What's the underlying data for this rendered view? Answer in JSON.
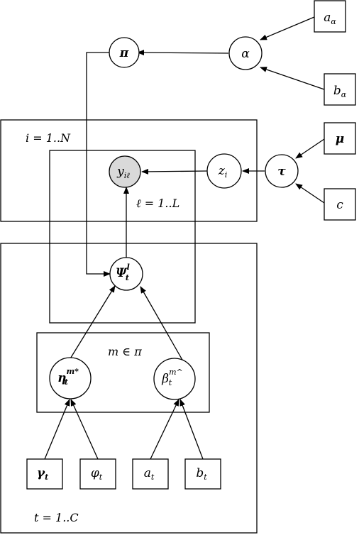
{
  "nodes": {
    "a_alpha": {
      "base": "a",
      "sub": "α"
    },
    "b_alpha": {
      "base": "b",
      "sub": "α"
    },
    "alpha": {
      "base": "α"
    },
    "pi": {
      "base": "π"
    },
    "mu": {
      "base": "μ"
    },
    "tau": {
      "base": "τ"
    },
    "c": {
      "base": "c"
    },
    "z": {
      "base": "z",
      "sub": "i"
    },
    "y": {
      "base": "y",
      "sub": "iℓ"
    },
    "psi": {
      "base": "Ψ",
      "sub": "t",
      "sup": "l"
    },
    "eta": {
      "base": "η",
      "sub": "t",
      "sup": "m*"
    },
    "beta": {
      "base": "β",
      "sub": "t",
      "sup": "m^"
    },
    "gamma": {
      "base": "γ",
      "sub": "t"
    },
    "phi": {
      "base": "φ",
      "sub": "t"
    },
    "a_t": {
      "base": "a",
      "sub": "t"
    },
    "b_t": {
      "base": "b",
      "sub": "t"
    }
  },
  "plates": {
    "outer_i": "i = 1..N",
    "inner_l": "ℓ = 1..L",
    "bottom_t": "t = 1..C",
    "m_in_pi": "m ∈ π"
  }
}
